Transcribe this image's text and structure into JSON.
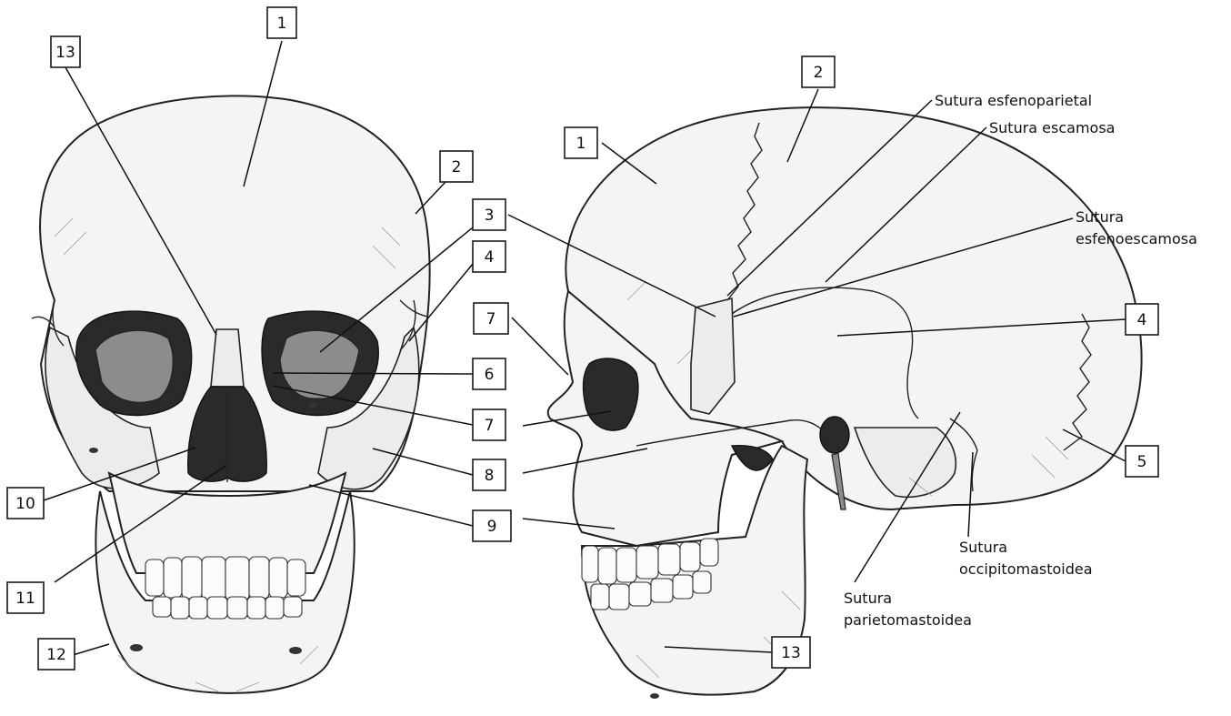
{
  "diagram": {
    "front_view": {
      "callouts": [
        "1",
        "2",
        "3",
        "4",
        "6",
        "7",
        "8",
        "9",
        "10",
        "11",
        "12",
        "13"
      ]
    },
    "side_view": {
      "callouts": [
        "1",
        "2",
        "3",
        "4",
        "5",
        "7",
        "13"
      ],
      "labels": {
        "sutura_esfenoparietal": "Sutura esfenoparietal",
        "sutura_escamosa": "Sutura escamosa",
        "sutura_esfenoescamosa_1": "Sutura",
        "sutura_esfenoescamosa_2": "esfenoescamosa",
        "sutura_occipitomastoidea_1": "Sutura",
        "sutura_occipitomastoidea_2": "occipitomastoidea",
        "sutura_parietomastoidea_1": "Sutura",
        "sutura_parietomastoidea_2": "parietomastoidea"
      }
    }
  }
}
